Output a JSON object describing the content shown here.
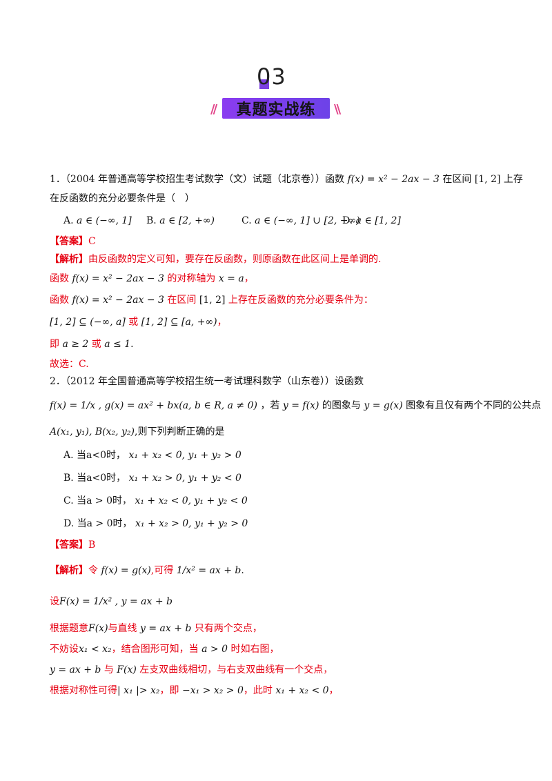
{
  "header": {
    "number": "03",
    "title": "真题实战练",
    "left_deco": "//",
    "right_deco": "\\\\"
  },
  "q1": {
    "line1_a": "1．（2004 年普通高等学校招生考试数学（文）试题（北京卷））函数",
    "func": "f(x) = x² − 2ax − 3",
    "line1_b": "在区间",
    "interval": "[1, 2]",
    "line1_c": "上存",
    "line2": "在反函数的充分必要条件是（　）",
    "options": [
      {
        "label": "A.",
        "text": "a ∈ (−∞, 1]"
      },
      {
        "label": "B.",
        "text": "a ∈ [2, +∞)"
      },
      {
        "label": "C.",
        "text": "a ∈ (−∞, 1] ∪ [2, +∞)"
      },
      {
        "label": "D.",
        "text": "a ∈ [1, 2]"
      }
    ],
    "answer_tag": "【答案】",
    "answer": "C",
    "analysis_tag": "【解析】",
    "analysis_1": "由反函数的定义可知，要存在反函数，则原函数在此区间上是单调的.",
    "a2_pre": "函数",
    "a2_func": "f(x) = x² − 2ax − 3",
    "a2_mid": "的对称轴为",
    "a2_axis": "x = a",
    "a2_end": "，",
    "a3_pre": "函数",
    "a3_func": "f(x) = x² − 2ax − 3",
    "a3_mid": "在区间",
    "a3_int": "[1, 2]",
    "a3_end": "上存在反函数的充分必要条件为：",
    "a4_m1": "[1, 2] ⊆ (−∞, a]",
    "a4_or": "或",
    "a4_m2": "[1, 2] ⊆ [a, +∞)",
    "a4_end": "，",
    "a5_pre": "即",
    "a5_m1": "a ≥ 2",
    "a5_or": "或",
    "a5_m2": "a ≤ 1",
    "a5_end": ".",
    "choose": "故选：C."
  },
  "q2": {
    "line1": "2．（2012 年全国普通高等学校招生统一考试理科数学（山东卷））设函数",
    "def": "f(x) = 1/x , g(x) = ax² + bx(a, b ∈ R, a ≠ 0)",
    "def_mid": "，若",
    "yf": "y = f(x)",
    "def_mid2": "的图象与",
    "yg": "y = g(x)",
    "def_end": "图象有且仅有两个不同的公共点",
    "points": "A(x₁, y₁), B(x₂, y₂)",
    "points_end": ",则下列判断正确的是",
    "options": [
      {
        "label": "A.",
        "cond": "当a<0时，",
        "text": "x₁ + x₂ < 0, y₁ + y₂ > 0"
      },
      {
        "label": "B.",
        "cond": "当a<0时，",
        "text": "x₁ + x₂ > 0, y₁ + y₂ < 0"
      },
      {
        "label": "C.",
        "cond": "当a > 0时，",
        "text": "x₁ + x₂ < 0, y₁ + y₂ < 0"
      },
      {
        "label": "D.",
        "cond": "当a > 0时，",
        "text": "x₁ + x₂ > 0, y₁ + y₂ > 0"
      }
    ],
    "answer_tag": "【答案】",
    "answer": "B",
    "analysis_tag": "【解析】",
    "an1_pre": "令",
    "an1_eq": "f(x) = g(x)",
    "an1_mid": ",可得",
    "an1_res": "1/x² = ax + b",
    "an1_end": ".",
    "an2_pre": "设",
    "an2_eq": "F(x) = 1/x² , y = ax + b",
    "an3_pre": "根据题意",
    "an3_F": "F(x)",
    "an3_mid": "与直线",
    "an3_line": "y = ax + b",
    "an3_end": "只有两个交点，",
    "an4_pre": "不妨设",
    "an4_m": "x₁ < x₂",
    "an4_mid": "，结合图形可知，当",
    "an4_a": "a > 0",
    "an4_end": "时如右图，",
    "an5_line": "y = ax + b",
    "an5_mid": "与",
    "an5_F": "F(x)",
    "an5_end": "左支双曲线相切，与右支双曲线有一个交点，",
    "an6_pre": "根据对称性可得",
    "an6_m1": "| x₁ |> x₂",
    "an6_mid": "，即",
    "an6_m2": "−x₁ > x₂ > 0",
    "an6_mid2": "，此时",
    "an6_m3": "x₁ + x₂ < 0",
    "an6_end": "，"
  }
}
